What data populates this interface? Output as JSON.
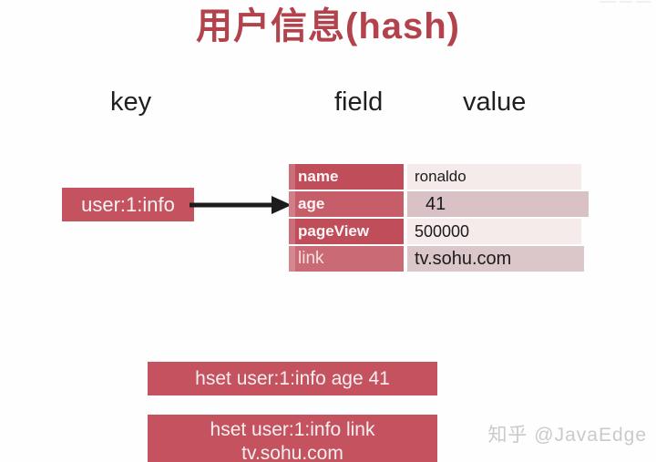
{
  "title": "用户信息(hash)",
  "columns": {
    "key": "key",
    "field": "field",
    "value": "value"
  },
  "key_box": {
    "label": "user:1:info"
  },
  "hash_table": {
    "rows": [
      {
        "field": "name",
        "value": "ronaldo"
      },
      {
        "field": "age",
        "value": "41"
      },
      {
        "field": "pageView",
        "value": "500000"
      },
      {
        "field": "link",
        "value": "tv.sohu.com"
      }
    ]
  },
  "commands": [
    {
      "text": "hset user:1:info age 41"
    },
    {
      "text": "hset user:1:info link tv.sohu.com"
    }
  ],
  "watermark": "知乎 @JavaEdge",
  "colors": {
    "title_red": "#b2424b",
    "box_red": "#c5525f",
    "field_cell_red": "#bf4d5a",
    "field_cell_red_alt": "#c55e69",
    "field_cell_red_light": "#ca6a74",
    "value_cell_light": "#f6ebeb",
    "value_cell_dark": "#d8c2c5",
    "arrow_black": "#1c1c1c",
    "label_black": "#1f1f1f",
    "watermark_gray": "#cacaca"
  }
}
